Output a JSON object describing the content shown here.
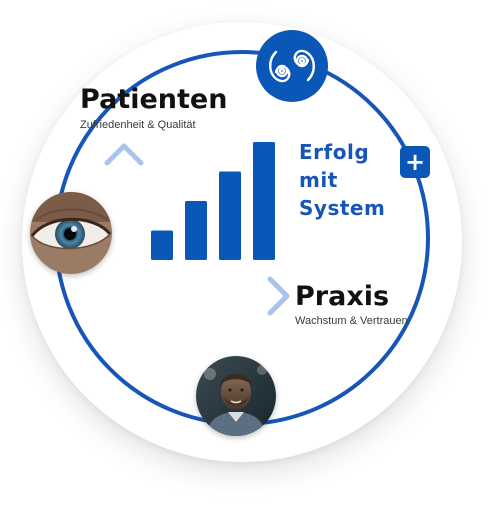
{
  "patienten": {
    "title": "Patienten",
    "subtitle": "Zufriedenheit & Qualität"
  },
  "praxis": {
    "title": "Praxis",
    "subtitle": "Wachstum & Vertrauen"
  },
  "success": {
    "line1": "Erfolg",
    "line2": "mit",
    "line3": "System"
  },
  "plus_label": "+",
  "icons": {
    "quote": "quote-icon",
    "plus": "plus-icon",
    "eye_photo": "eye-photo",
    "man_photo": "man-photo"
  },
  "colors": {
    "brand_blue": "#0b57b8",
    "ring_blue": "#1756b8",
    "arrow_blue": "#8fb3e6",
    "bar_blue": "#0b57b8"
  },
  "chart_data": {
    "type": "bar",
    "categories": [
      "",
      "",
      "",
      ""
    ],
    "values": [
      1,
      2,
      3,
      4
    ],
    "title": "",
    "xlabel": "",
    "ylabel": ""
  }
}
